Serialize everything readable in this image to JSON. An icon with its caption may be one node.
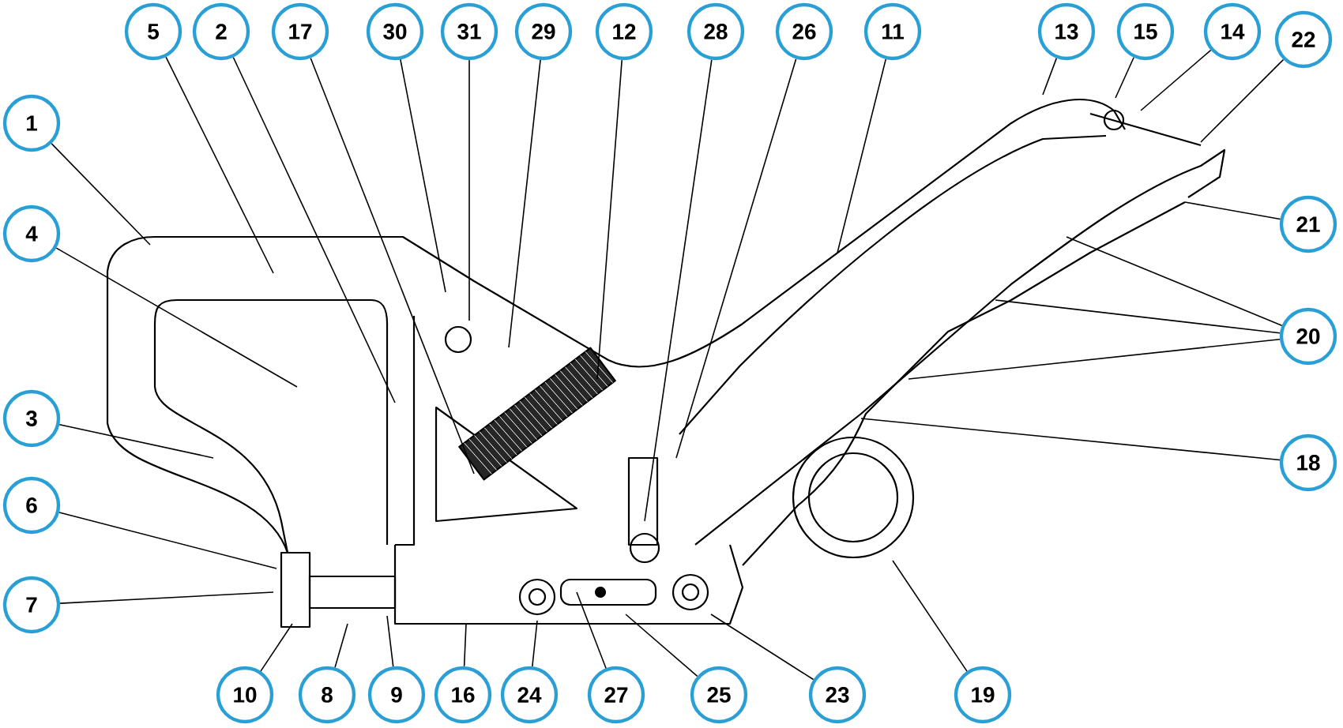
{
  "diagram": {
    "nodes": [
      {
        "text": [
          "5"
        ]
      },
      {
        "text": [
          "2"
        ]
      },
      {
        "text": [
          "17"
        ]
      },
      {
        "text": [
          "30"
        ]
      },
      {
        "text": [
          "31"
        ]
      },
      {
        "text": [
          "29"
        ]
      },
      {
        "text": [
          "12"
        ]
      },
      {
        "text": [
          "28"
        ]
      },
      {
        "text": [
          "26"
        ]
      },
      {
        "text": [
          "11"
        ]
      },
      {
        "text": [
          "13"
        ]
      },
      {
        "text": [
          "15"
        ]
      },
      {
        "text": [
          "14"
        ]
      },
      {
        "text": [
          "22"
        ]
      },
      {
        "text": [
          "1"
        ]
      },
      {
        "text": [
          "4"
        ]
      },
      {
        "text": [
          "3"
        ]
      },
      {
        "text": [
          "6"
        ]
      },
      {
        "text": [
          "7"
        ]
      },
      {
        "text": [
          "21"
        ]
      },
      {
        "text": [
          "20"
        ]
      },
      {
        "text": [
          "18"
        ]
      },
      {
        "text": [
          "10"
        ]
      },
      {
        "text": [
          "8"
        ]
      },
      {
        "text": [
          "9"
        ]
      },
      {
        "text": [
          "16"
        ]
      },
      {
        "text": [
          "24"
        ]
      },
      {
        "text": [
          "27"
        ]
      },
      {
        "text": [
          "25"
        ]
      },
      {
        "text": [
          "23"
        ]
      },
      {
        "text": [
          "19"
        ]
      }
    ],
    "edges": [
      {
        "from": 0,
        "to": null,
        "arrow": "none"
      },
      {
        "from": 1,
        "to": null,
        "arrow": "none"
      },
      {
        "from": 2,
        "to": null,
        "arrow": "none"
      },
      {
        "from": 3,
        "to": null,
        "arrow": "none"
      },
      {
        "from": 4,
        "to": null,
        "arrow": "none"
      },
      {
        "from": 5,
        "to": null,
        "arrow": "none"
      },
      {
        "from": 6,
        "to": null,
        "arrow": "none"
      },
      {
        "from": 7,
        "to": null,
        "arrow": "none"
      },
      {
        "from": 8,
        "to": null,
        "arrow": "none"
      },
      {
        "from": 9,
        "to": null,
        "arrow": "none"
      },
      {
        "from": 10,
        "to": null,
        "arrow": "none"
      },
      {
        "from": 11,
        "to": null,
        "arrow": "none"
      },
      {
        "from": 12,
        "to": null,
        "arrow": "none"
      },
      {
        "from": 13,
        "to": null,
        "arrow": "none"
      },
      {
        "from": 14,
        "to": null,
        "arrow": "none"
      },
      {
        "from": 15,
        "to": null,
        "arrow": "none"
      },
      {
        "from": 16,
        "to": null,
        "arrow": "none"
      },
      {
        "from": 17,
        "to": null,
        "arrow": "none"
      },
      {
        "from": 18,
        "to": null,
        "arrow": "none"
      },
      {
        "from": 19,
        "to": null,
        "arrow": "none"
      },
      {
        "from": 20,
        "to": null,
        "arrow": "none"
      },
      {
        "from": 20,
        "to": null,
        "arrow": "none"
      },
      {
        "from": 20,
        "to": null,
        "arrow": "none"
      },
      {
        "from": 21,
        "to": null,
        "arrow": "none"
      },
      {
        "from": 22,
        "to": null,
        "arrow": "none"
      },
      {
        "from": 23,
        "to": null,
        "arrow": "none"
      },
      {
        "from": 24,
        "to": null,
        "arrow": "none"
      },
      {
        "from": 25,
        "to": null,
        "arrow": "none"
      },
      {
        "from": 26,
        "to": null,
        "arrow": "none"
      },
      {
        "from": 27,
        "to": null,
        "arrow": "none"
      },
      {
        "from": 28,
        "to": null,
        "arrow": "none"
      },
      {
        "from": 29,
        "to": null,
        "arrow": "none"
      },
      {
        "from": 30,
        "to": null,
        "arrow": "none"
      }
    ]
  }
}
